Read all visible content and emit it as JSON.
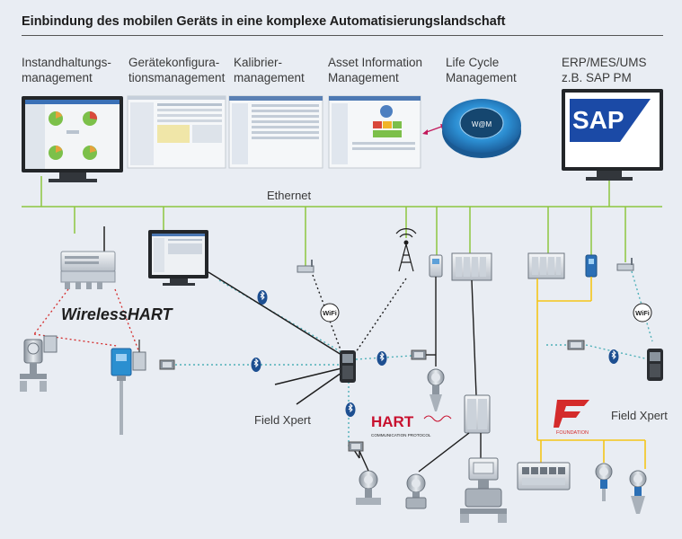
{
  "title": "Einbindung des mobilen Geräts in eine komplexe Automatisierungslandschaft",
  "top_labels": {
    "instandhaltung": "Instandhaltungs-\nmanagement",
    "geraetekonfig": "Gerätekonfigura-\ntionsmanagement",
    "kalibrier": "Kalibrier-\nmanagement",
    "asset": "Asset Information\nManagement",
    "lifecycle": "Life Cycle\nManagement",
    "erp": "ERP/MES/UMS\nz.B. SAP PM"
  },
  "network_label": "Ethernet",
  "wireless_hart_logo": "WirelessHART",
  "hart_logo": "HART",
  "hart_sub": "COMMUNICATION PROTOCOL",
  "foundation_label": "FOUNDATION",
  "sap_logo": "SAP",
  "wifi_label": "WiFi",
  "wm_label": "W@M",
  "field_xpert_left": "Field Xpert",
  "field_xpert_right": "Field Xpert",
  "colors": {
    "ethernet_green": "#8cc63f",
    "fieldbus_yellow": "#f5c518",
    "dotted_teal": "#4fb0b8",
    "hart_red": "#c8102e",
    "bluetooth_blue": "#1d4f91",
    "sap_blue": "#1b4aa6"
  }
}
